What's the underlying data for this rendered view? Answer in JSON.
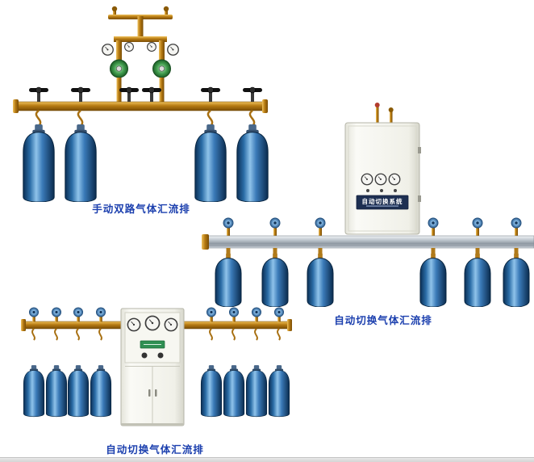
{
  "page": {
    "background": "#ffffff",
    "caption_color": "#1b3fae"
  },
  "colors": {
    "cylinder_blue": "#2a6ca6",
    "brass": "#b67a12",
    "rail_silver": "#aab3bc",
    "cabinet_body": "#f2f2ea",
    "regulator_green": "#3f9a4c"
  },
  "products": [
    {
      "name": "manual-dual-gas-manifold",
      "caption": "手动双路气体汇流排",
      "cylinder_count": 4
    },
    {
      "name": "auto-switch-gas-manifold",
      "caption": "自动切换气体汇流排",
      "cylinder_count": 6,
      "cabinet_label": "自动切换系统"
    },
    {
      "name": "auto-switch-gas-manifold-cabinet",
      "caption": "自动切换气体汇流排",
      "cylinder_count": 8
    }
  ]
}
